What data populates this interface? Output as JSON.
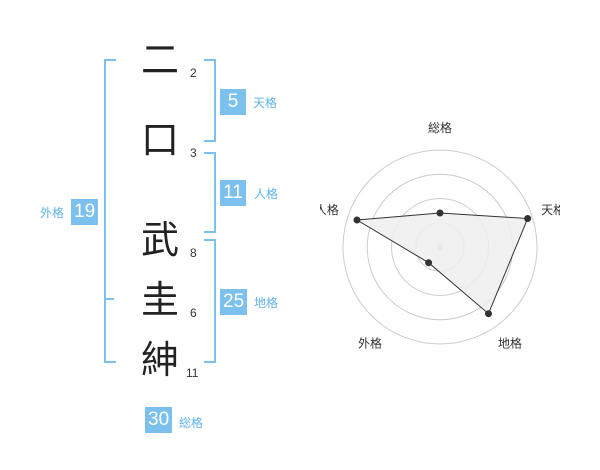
{
  "name": {
    "chars": [
      {
        "char": "二",
        "strokes": "2"
      },
      {
        "char": "口",
        "strokes": "3"
      },
      {
        "char": "武",
        "strokes": "8"
      },
      {
        "char": "圭",
        "strokes": "6"
      },
      {
        "char": "紳",
        "strokes": "11"
      }
    ]
  },
  "scores": {
    "tenkaku": {
      "label": "天格",
      "value": "5"
    },
    "jinkaku": {
      "label": "人格",
      "value": "11"
    },
    "chikaku": {
      "label": "地格",
      "value": "25"
    },
    "gaikaku": {
      "label": "外格",
      "value": "19"
    },
    "soukaku": {
      "label": "総格",
      "value": "30"
    }
  },
  "chart_data": {
    "type": "radar",
    "axes": [
      "総格",
      "天格",
      "地格",
      "外格",
      "人格"
    ],
    "values": [
      0.35,
      0.95,
      0.85,
      0.2,
      0.9
    ],
    "colors": {
      "fill": "#eeeeee",
      "line": "#333333",
      "grid": "#cccccc",
      "center": "#bbbbbb"
    }
  }
}
